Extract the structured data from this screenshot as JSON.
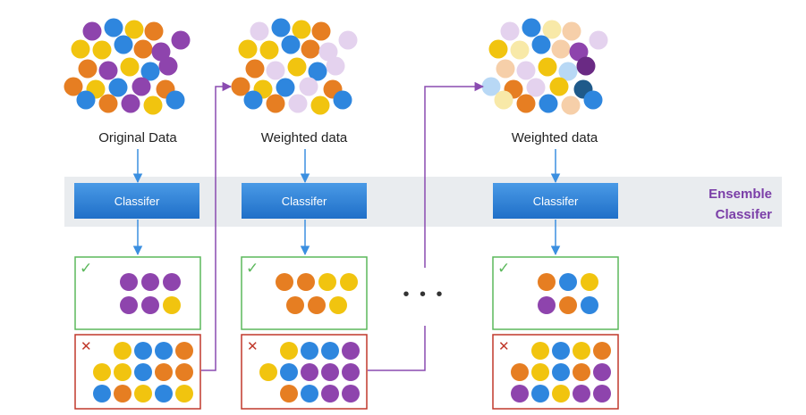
{
  "colors": {
    "purple": "#8e44ad",
    "blue": "#2e86de",
    "yellow": "#f1c40f",
    "orange": "#e67e22",
    "light_purple": "#e4d2ee",
    "light_yellow": "#f8e9a8",
    "light_orange": "#f6cfa9",
    "light_blue": "#b8d8f5",
    "dark_purple": "#6a2a84",
    "dark_blue": "#1f5a8a",
    "classifier_fill": "#2f86dc",
    "band": "#e9ecef",
    "connector_blue": "#3b8fe0",
    "connector_purple": "#8a4bb0",
    "correct_border": "#5cb85c",
    "wrong_border": "#c0392b",
    "ensemble_text": "#7b3fa8"
  },
  "stages": [
    {
      "data_label": "Original Data",
      "classifier_label": "Classifer",
      "cloud": [
        "purple",
        "blue",
        "yellow",
        "orange",
        "purple",
        "yellow",
        "yellow",
        "blue",
        "orange",
        "purple",
        "orange",
        "purple",
        "yellow",
        "blue",
        "purple",
        "orange",
        "yellow",
        "blue",
        "purple",
        "orange",
        "blue",
        "orange",
        "purple",
        "yellow",
        "blue"
      ],
      "correct": [
        "purple",
        "purple",
        "purple",
        "purple",
        "purple",
        "yellow"
      ],
      "wrong": [
        "yellow",
        "blue",
        "blue",
        "orange",
        "yellow",
        "yellow",
        "blue",
        "orange",
        "orange",
        "blue",
        "orange",
        "yellow",
        "blue",
        "yellow"
      ]
    },
    {
      "data_label": "Weighted data",
      "classifier_label": "Classifer",
      "cloud": [
        "light_purple",
        "blue",
        "yellow",
        "orange",
        "light_purple",
        "yellow",
        "yellow",
        "blue",
        "orange",
        "light_purple",
        "orange",
        "light_purple",
        "yellow",
        "blue",
        "light_purple",
        "orange",
        "yellow",
        "blue",
        "light_purple",
        "orange",
        "blue",
        "orange",
        "light_purple",
        "yellow",
        "blue"
      ],
      "correct": [
        "orange",
        "orange",
        "yellow",
        "yellow",
        "orange",
        "orange",
        "yellow"
      ],
      "wrong": [
        "yellow",
        "blue",
        "blue",
        "purple",
        "yellow",
        "blue",
        "purple",
        "purple",
        "purple",
        "orange",
        "blue",
        "purple",
        "purple"
      ]
    },
    {
      "data_label": "Weighted data",
      "classifier_label": "Classifer",
      "cloud": [
        "light_purple",
        "blue",
        "light_yellow",
        "light_orange",
        "light_purple",
        "yellow",
        "light_yellow",
        "blue",
        "light_orange",
        "purple",
        "light_orange",
        "light_purple",
        "yellow",
        "light_blue",
        "dark_purple",
        "light_blue",
        "orange",
        "light_purple",
        "yellow",
        "dark_blue",
        "light_yellow",
        "orange",
        "blue",
        "light_orange",
        "blue"
      ],
      "correct": [
        "orange",
        "blue",
        "yellow",
        "purple",
        "orange",
        "blue"
      ],
      "wrong": [
        "yellow",
        "blue",
        "yellow",
        "orange",
        "orange",
        "yellow",
        "blue",
        "orange",
        "purple",
        "purple",
        "blue",
        "yellow",
        "purple",
        "purple"
      ]
    }
  ],
  "ensemble_label_lines": [
    "Ensemble",
    "Classifer"
  ],
  "ellipsis": "• • •",
  "marks": {
    "correct": "✓",
    "wrong": "✕"
  }
}
